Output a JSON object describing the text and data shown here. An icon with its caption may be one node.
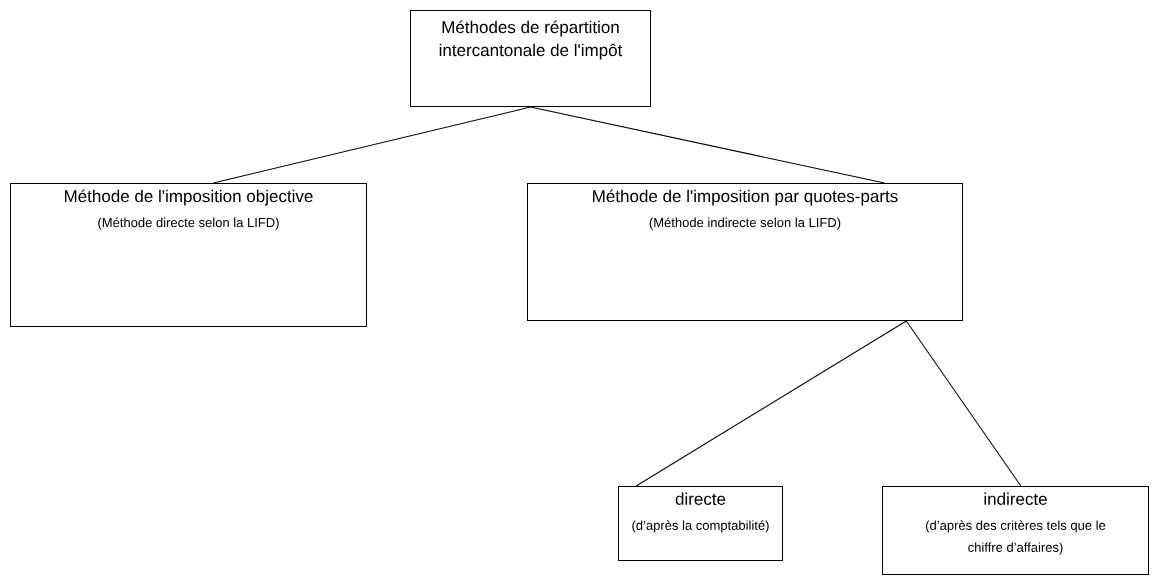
{
  "diagram": {
    "nodes": [
      {
        "text": [
          "Méthodes de répartition intercantonale de l'impôt"
        ]
      },
      {
        "text": [
          "Méthode de l'imposition objective",
          "(Méthode directe selon la LIFD)"
        ]
      },
      {
        "text": [
          "Méthode de l'imposition par quotes-parts",
          "(Méthode indirecte selon la LIFD)"
        ]
      },
      {
        "text": [
          "directe",
          "(d’après la comptabilité)"
        ]
      },
      {
        "text": [
          "indirecte",
          "(d’après des critères tels que le chiffre d’affaires)"
        ]
      }
    ],
    "edges": [
      {
        "from": 0,
        "to": 1,
        "arrow": "none"
      },
      {
        "from": 0,
        "to": 2,
        "arrow": "none"
      },
      {
        "from": 2,
        "to": 3,
        "arrow": "none"
      },
      {
        "from": 2,
        "to": 4,
        "arrow": "none"
      }
    ]
  }
}
